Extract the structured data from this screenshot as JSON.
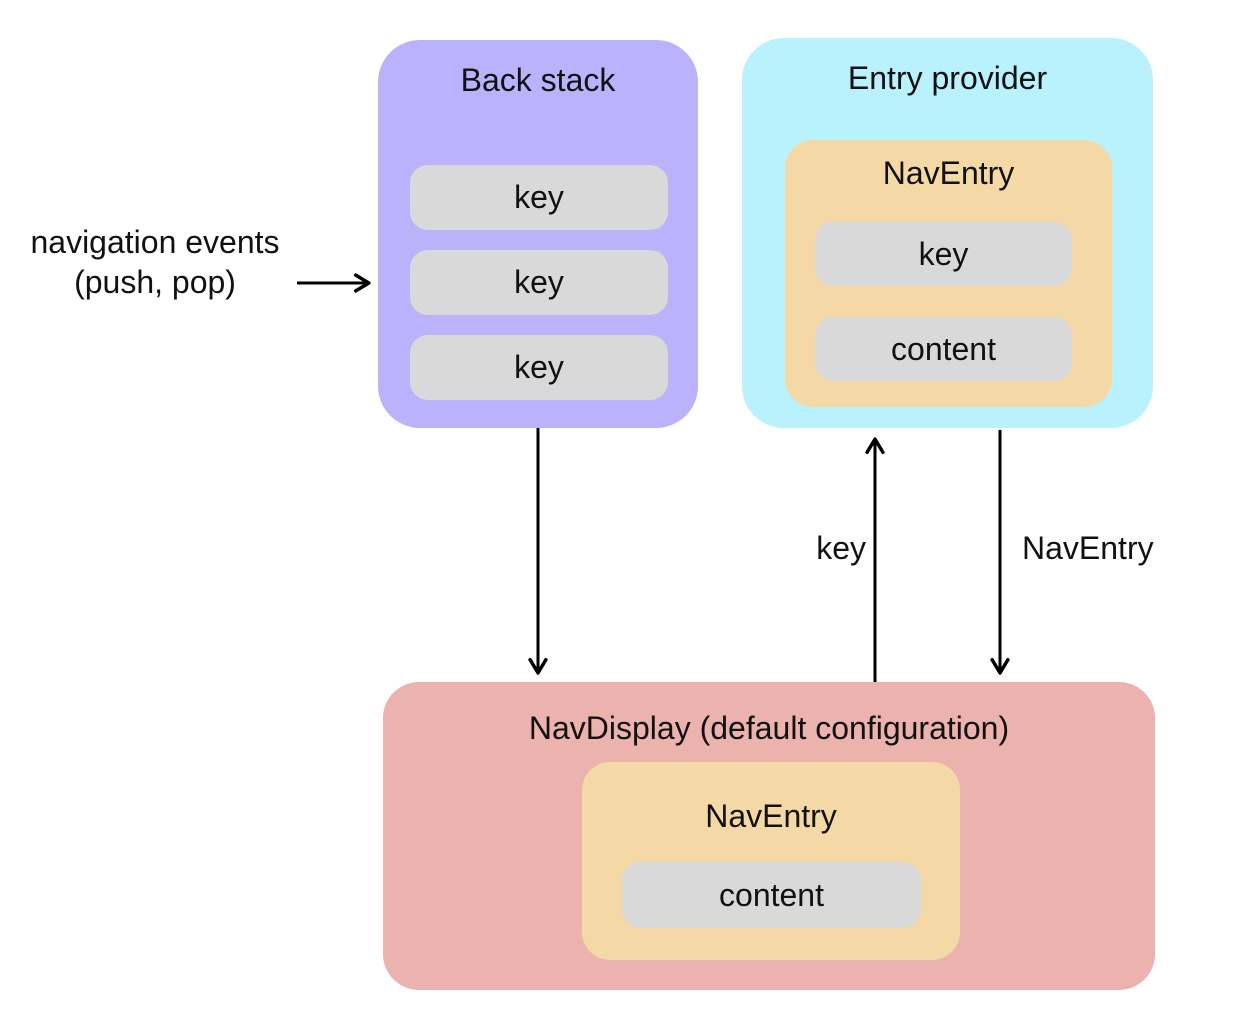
{
  "back_stack": {
    "title": "Back stack",
    "keys": [
      "key",
      "key",
      "key"
    ],
    "fill": "#bab2fb"
  },
  "entry_provider": {
    "title": "Entry provider",
    "fill": "#b9f1fc",
    "nav_entry": {
      "title": "NavEntry",
      "key": "key",
      "content": "content",
      "fill": "#f4d9a6"
    }
  },
  "nav_display": {
    "title": "NavDisplay (default configuration)",
    "fill": "#ecb2ae",
    "nav_entry": {
      "title": "NavEntry",
      "content": "content",
      "fill": "#f4d9a6"
    }
  },
  "labels": {
    "nav_events_line1": "navigation events",
    "nav_events_line2": "(push, pop)",
    "key_arrow": "key",
    "nav_entry_arrow": "NavEntry"
  },
  "field_fill": "#d9d9d9",
  "arrow_color": "#000000"
}
